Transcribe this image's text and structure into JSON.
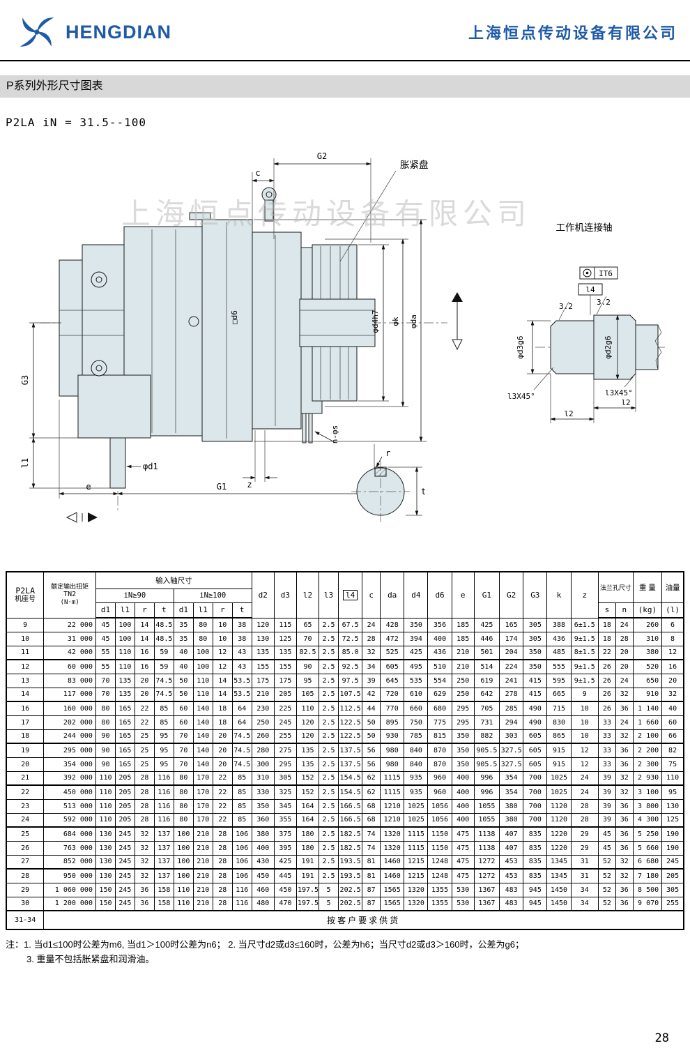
{
  "header": {
    "logo_text": "HENGDIAN",
    "company_name": "上海恒点传动设备有限公司"
  },
  "title": "P系列外形尺寸图表",
  "subtitle": "P2LA    iN = 31.5--100",
  "drawing": {
    "watermark": "上海恒点传动设备有限公司",
    "labels": {
      "g2": "G2",
      "c": "c",
      "expansion_disk": "胀紧盘",
      "work_shaft": "工作机连接轴",
      "it6": "IT6",
      "l4": "l4",
      "ra_left": "3.2",
      "ra_right": "3.2",
      "d4h7": "φd4h7",
      "k": "φk",
      "da": "φda",
      "d6": "□d6",
      "d3g6": "φd3g6",
      "d2g6": "φd2g6",
      "chamfer_left": "l3X45°",
      "chamfer_right": "l3X45°",
      "l2_left": "l2",
      "l2_right": "l2",
      "g3": "G3",
      "l1": "l1",
      "d1": "φd1",
      "e": "e",
      "g1": "G1",
      "ns": "n-φs",
      "z": "z",
      "r": "r",
      "t": "t"
    }
  },
  "table": {
    "headers": {
      "model_line1": "P2LA",
      "model_line2": "机座号",
      "torque_line1": "额定输出扭矩",
      "torque_line2": "TN2",
      "torque_line3": "(N·m)",
      "input_shaft": "输入轴尺寸",
      "in90": "iN≥90",
      "in100": "iN≥100",
      "sub": [
        "d1",
        "l1",
        "r",
        "t",
        "d1",
        "l1",
        "r",
        "t"
      ],
      "dims": [
        "d2",
        "d3",
        "l2",
        "l3",
        "l4",
        "c",
        "da",
        "d4",
        "d6",
        "e",
        "G1",
        "G2",
        "G3",
        "k",
        "z"
      ],
      "flange": "法兰孔尺寸",
      "flange_sub": [
        "s",
        "n"
      ],
      "weight_line1": "重 量",
      "weight_line2": "(kg)",
      "oil_line1": "油量",
      "oil_line2": "(l)"
    },
    "groups": [
      [
        [
          "9",
          "22 000",
          "45",
          "100",
          "14",
          "48.5",
          "35",
          "80",
          "10",
          "38",
          "120",
          "115",
          "65",
          "2.5",
          "67.5",
          "24",
          "428",
          "350",
          "356",
          "185",
          "425",
          "165",
          "305",
          "388",
          "6±1.5",
          "18",
          "24",
          "260",
          "6"
        ],
        [
          "10",
          "31 000",
          "45",
          "100",
          "14",
          "48.5",
          "35",
          "80",
          "10",
          "38",
          "130",
          "125",
          "70",
          "2.5",
          "72.5",
          "28",
          "472",
          "394",
          "400",
          "185",
          "446",
          "174",
          "305",
          "436",
          "9±1.5",
          "18",
          "28",
          "310",
          "8"
        ],
        [
          "11",
          "42 000",
          "55",
          "110",
          "16",
          "59",
          "40",
          "100",
          "12",
          "43",
          "135",
          "135",
          "82.5",
          "2.5",
          "85.0",
          "32",
          "525",
          "425",
          "436",
          "210",
          "501",
          "204",
          "350",
          "485",
          "8±1.5",
          "22",
          "20",
          "380",
          "12"
        ]
      ],
      [
        [
          "12",
          "60 000",
          "55",
          "110",
          "16",
          "59",
          "40",
          "100",
          "12",
          "43",
          "155",
          "155",
          "90",
          "2.5",
          "92.5",
          "34",
          "605",
          "495",
          "510",
          "210",
          "514",
          "224",
          "350",
          "555",
          "9±1.5",
          "26",
          "20",
          "520",
          "16"
        ],
        [
          "13",
          "83 000",
          "70",
          "135",
          "20",
          "74.5",
          "50",
          "110",
          "14",
          "53.5",
          "175",
          "175",
          "95",
          "2.5",
          "97.5",
          "39",
          "645",
          "535",
          "554",
          "250",
          "619",
          "241",
          "415",
          "595",
          "9±1.5",
          "26",
          "24",
          "650",
          "20"
        ],
        [
          "14",
          "117 000",
          "70",
          "135",
          "20",
          "74.5",
          "50",
          "110",
          "14",
          "53.5",
          "210",
          "205",
          "105",
          "2.5",
          "107.5",
          "42",
          "720",
          "610",
          "629",
          "250",
          "642",
          "278",
          "415",
          "665",
          "9",
          "26",
          "32",
          "910",
          "32"
        ]
      ],
      [
        [
          "16",
          "160 000",
          "80",
          "165",
          "22",
          "85",
          "60",
          "140",
          "18",
          "64",
          "230",
          "225",
          "110",
          "2.5",
          "112.5",
          "44",
          "770",
          "660",
          "680",
          "295",
          "705",
          "285",
          "490",
          "715",
          "10",
          "26",
          "36",
          "1 140",
          "40"
        ],
        [
          "17",
          "202 000",
          "80",
          "165",
          "22",
          "85",
          "60",
          "140",
          "18",
          "64",
          "250",
          "245",
          "120",
          "2.5",
          "122.5",
          "50",
          "895",
          "750",
          "775",
          "295",
          "731",
          "294",
          "490",
          "830",
          "10",
          "33",
          "24",
          "1 660",
          "60"
        ],
        [
          "18",
          "244 000",
          "90",
          "165",
          "25",
          "95",
          "70",
          "140",
          "20",
          "74.5",
          "260",
          "255",
          "120",
          "2.5",
          "122.5",
          "50",
          "930",
          "785",
          "815",
          "350",
          "882",
          "303",
          "605",
          "865",
          "10",
          "33",
          "32",
          "2 100",
          "66"
        ]
      ],
      [
        [
          "19",
          "295 000",
          "90",
          "165",
          "25",
          "95",
          "70",
          "140",
          "20",
          "74.5",
          "280",
          "275",
          "135",
          "2.5",
          "137.5",
          "56",
          "980",
          "840",
          "870",
          "350",
          "905.5",
          "327.5",
          "605",
          "915",
          "12",
          "33",
          "36",
          "2 200",
          "82"
        ],
        [
          "20",
          "354 000",
          "90",
          "165",
          "25",
          "95",
          "70",
          "140",
          "20",
          "74.5",
          "300",
          "295",
          "135",
          "2.5",
          "137.5",
          "56",
          "980",
          "840",
          "870",
          "350",
          "905.5",
          "327.5",
          "605",
          "915",
          "12",
          "33",
          "36",
          "2 300",
          "75"
        ],
        [
          "21",
          "392 000",
          "110",
          "205",
          "28",
          "116",
          "80",
          "170",
          "22",
          "85",
          "310",
          "305",
          "152",
          "2.5",
          "154.5",
          "62",
          "1115",
          "935",
          "960",
          "400",
          "996",
          "354",
          "700",
          "1025",
          "24",
          "39",
          "32",
          "2 930",
          "110"
        ]
      ],
      [
        [
          "22",
          "450 000",
          "110",
          "205",
          "28",
          "116",
          "80",
          "170",
          "22",
          "85",
          "330",
          "325",
          "152",
          "2.5",
          "154.5",
          "62",
          "1115",
          "935",
          "960",
          "400",
          "996",
          "354",
          "700",
          "1025",
          "24",
          "39",
          "32",
          "3 100",
          "95"
        ],
        [
          "23",
          "513 000",
          "110",
          "205",
          "28",
          "116",
          "80",
          "170",
          "22",
          "85",
          "350",
          "345",
          "164",
          "2.5",
          "166.5",
          "68",
          "1210",
          "1025",
          "1056",
          "400",
          "1055",
          "380",
          "700",
          "1120",
          "28",
          "39",
          "36",
          "3 800",
          "130"
        ],
        [
          "24",
          "592 000",
          "110",
          "205",
          "28",
          "116",
          "80",
          "170",
          "22",
          "85",
          "360",
          "355",
          "164",
          "2.5",
          "166.5",
          "68",
          "1210",
          "1025",
          "1056",
          "400",
          "1055",
          "380",
          "700",
          "1120",
          "28",
          "39",
          "36",
          "4 300",
          "125"
        ]
      ],
      [
        [
          "25",
          "684 000",
          "130",
          "245",
          "32",
          "137",
          "100",
          "210",
          "28",
          "106",
          "380",
          "375",
          "180",
          "2.5",
          "182.5",
          "74",
          "1320",
          "1115",
          "1150",
          "475",
          "1138",
          "407",
          "835",
          "1220",
          "29",
          "45",
          "36",
          "5 250",
          "190"
        ],
        [
          "26",
          "763 000",
          "130",
          "245",
          "32",
          "137",
          "100",
          "210",
          "28",
          "106",
          "400",
          "395",
          "180",
          "2.5",
          "182.5",
          "74",
          "1320",
          "1115",
          "1150",
          "475",
          "1138",
          "407",
          "835",
          "1220",
          "29",
          "45",
          "36",
          "5 660",
          "190"
        ],
        [
          "27",
          "852 000",
          "130",
          "245",
          "32",
          "137",
          "100",
          "210",
          "28",
          "106",
          "430",
          "425",
          "191",
          "2.5",
          "193.5",
          "81",
          "1460",
          "1215",
          "1248",
          "475",
          "1272",
          "453",
          "835",
          "1345",
          "31",
          "52",
          "32",
          "6 680",
          "245"
        ]
      ],
      [
        [
          "28",
          "950 000",
          "130",
          "245",
          "32",
          "137",
          "100",
          "210",
          "28",
          "106",
          "450",
          "445",
          "191",
          "2.5",
          "193.5",
          "81",
          "1460",
          "1215",
          "1248",
          "475",
          "1272",
          "453",
          "835",
          "1345",
          "31",
          "52",
          "32",
          "7 180",
          "205"
        ],
        [
          "29",
          "1 060 000",
          "150",
          "245",
          "36",
          "158",
          "110",
          "210",
          "28",
          "116",
          "460",
          "450",
          "197.5",
          "5",
          "202.5",
          "87",
          "1565",
          "1320",
          "1355",
          "530",
          "1367",
          "483",
          "945",
          "1450",
          "34",
          "52",
          "36",
          "8 500",
          "305"
        ],
        [
          "30",
          "1 200 000",
          "150",
          "245",
          "36",
          "158",
          "110",
          "210",
          "28",
          "116",
          "480",
          "470",
          "197.5",
          "5",
          "202.5",
          "87",
          "1565",
          "1320",
          "1355",
          "530",
          "1367",
          "483",
          "945",
          "1450",
          "34",
          "52",
          "36",
          "9 070",
          "255"
        ]
      ]
    ],
    "special_row": {
      "label": "31-34",
      "text": "按客户要求供货"
    }
  },
  "notes": [
    "注：1. 当d1≤100时公差为m6, 当d1＞100时公差为n6；  2. 当尺寸d2或d3≤160时，公差为h6；当尺寸d2或d3＞160时，公差为g6；",
    "3. 重量不包括胀紧盘和润滑油。"
  ],
  "page_number": "28"
}
